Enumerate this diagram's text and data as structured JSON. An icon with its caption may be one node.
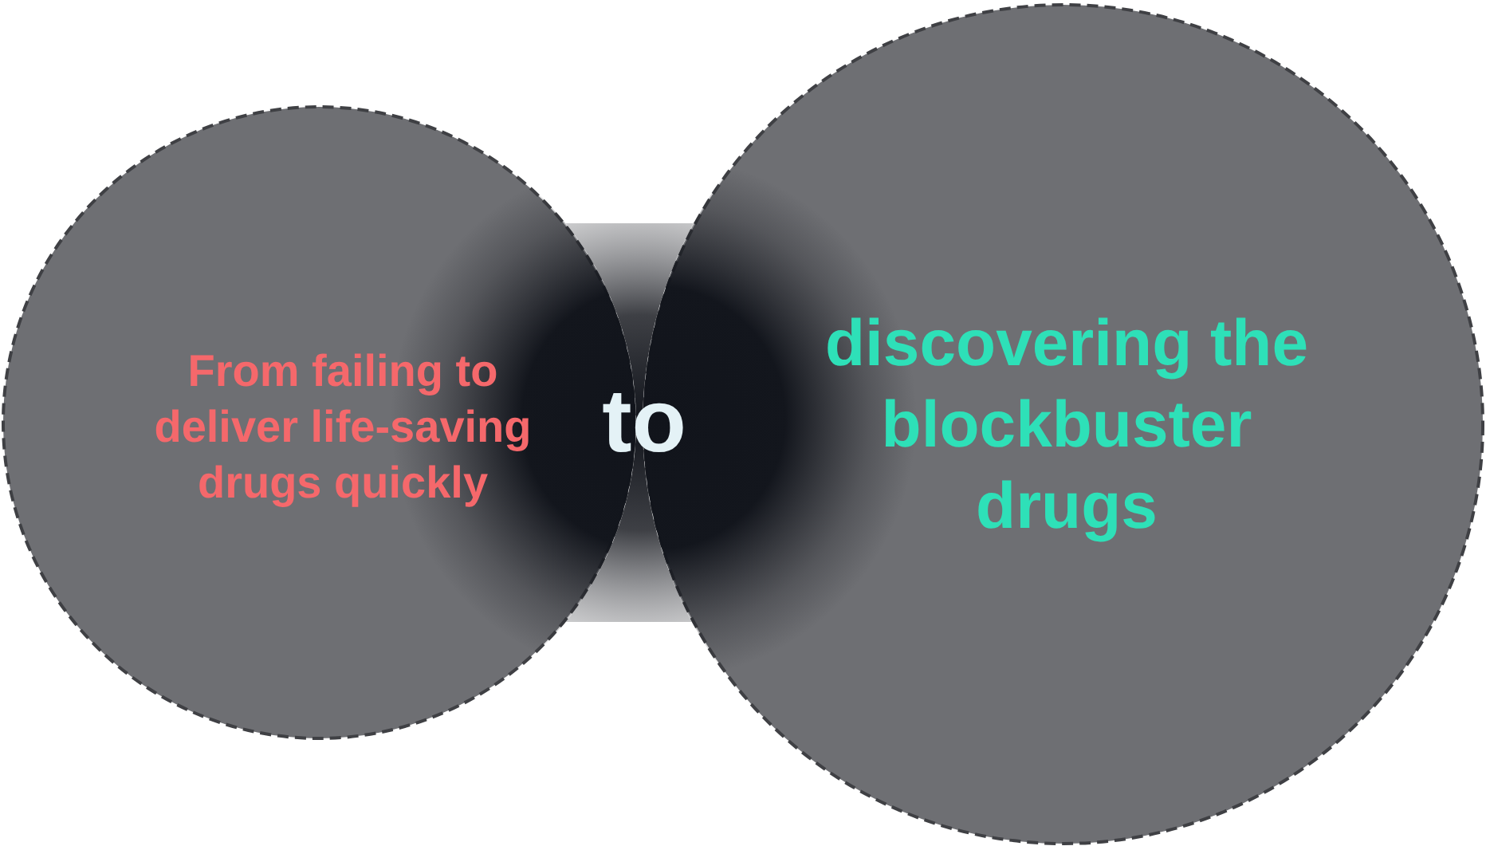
{
  "diagram": {
    "nodes": [
      {
        "text": [
          "From failing to deliver life-saving drugs quickly"
        ]
      },
      {
        "text": [
          "discovering the blockbuster drugs"
        ]
      }
    ],
    "labels": [
      "to"
    ]
  }
}
